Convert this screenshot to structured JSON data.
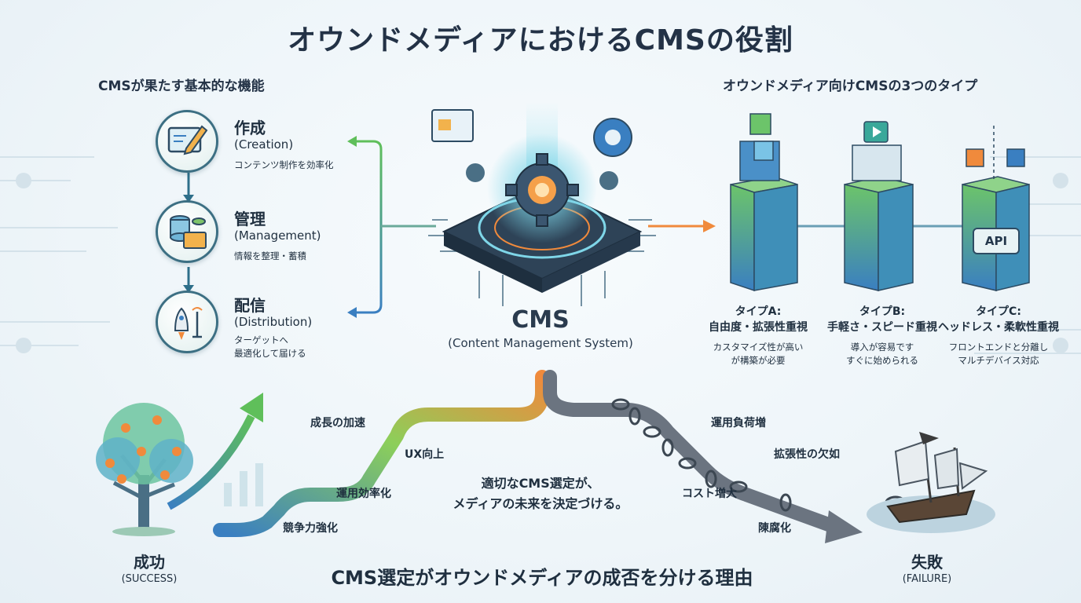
{
  "title": "オウンドメディアにおけるCMSの役割",
  "left_section": {
    "heading": "CMSが果たす基本的な機能",
    "functions": [
      {
        "name": "作成",
        "en": "(Creation)",
        "desc": [
          "コンテンツ制作を効率化"
        ],
        "icon": "pencil-screen-icon"
      },
      {
        "name": "管理",
        "en": "(Management)",
        "desc": [
          "情報を整理・蓄積"
        ],
        "icon": "database-folder-icon"
      },
      {
        "name": "配信",
        "en": "(Distribution)",
        "desc": [
          "ターゲットへ",
          "最適化して届ける"
        ],
        "icon": "rocket-antenna-icon"
      }
    ]
  },
  "center": {
    "label": "CMS",
    "sublabel": "(Content Management System)"
  },
  "right_section": {
    "heading": "オウンドメディア向けCMSの3つのタイプ",
    "types": [
      {
        "name": "タイプA:",
        "focus": "自由度・拡張性重視",
        "desc": [
          "カスタマイズ性が高い",
          "が構築が必要"
        ],
        "icon": "open-box-cubes-icon"
      },
      {
        "name": "タイプB:",
        "focus": "手軽さ・スピード重視",
        "desc": [
          "導入が容易です",
          "すぐに始められる"
        ],
        "icon": "box-play-icon"
      },
      {
        "name": "タイプC:",
        "focus": "ヘッドレス・柔軟性重視",
        "desc": [
          "フロントエンドと分離し",
          "マルチデバイス対応"
        ],
        "icon": "plug-api-icon"
      }
    ],
    "api_label": "API"
  },
  "success_path": {
    "labels": [
      "成長の加速",
      "UX向上",
      "運用効率化",
      "競争力強化"
    ],
    "end_label": "成功",
    "end_sub": "(SUCCESS)"
  },
  "failure_path": {
    "labels": [
      "運用負荷増",
      "拡張性の欠如",
      "コスト増大",
      "陳腐化"
    ],
    "end_label": "失敗",
    "end_sub": "(FAILURE)"
  },
  "center_message": [
    "適切なCMS選定が、",
    "メディアの未来を決定づける。"
  ],
  "bottom_title": "CMS選定がオウンドメディアの成否を分ける理由",
  "colors": {
    "teal": "#3aa89a",
    "blue": "#3a7fc1",
    "orange": "#f08a3c",
    "green": "#5fbf5a",
    "gray": "#6b7480",
    "navy": "#233246"
  }
}
